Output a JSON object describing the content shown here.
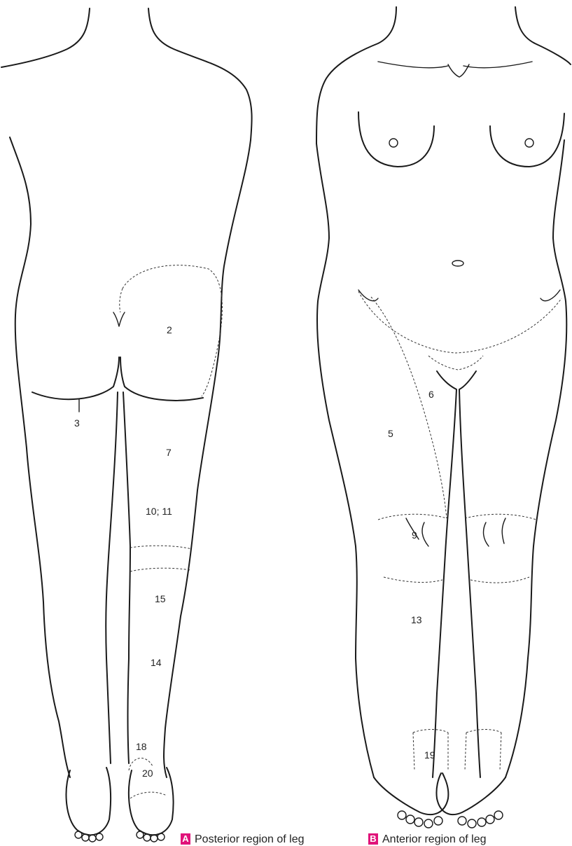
{
  "labels": {
    "z2": "2",
    "z3": "3",
    "z5": "5",
    "z6": "6",
    "z7": "7",
    "z9": "9",
    "z10_11": "10; 11",
    "z13": "13",
    "z14": "14",
    "z15": "15",
    "z18": "18",
    "z19": "19",
    "z20": "20"
  },
  "legend": {
    "a_badge": "A",
    "a_text": "Posterior region of leg",
    "b_badge": "B",
    "b_text": "Anterior region of leg"
  },
  "colors": {
    "badge": "#e0137a",
    "line": "#1a1a1a"
  }
}
